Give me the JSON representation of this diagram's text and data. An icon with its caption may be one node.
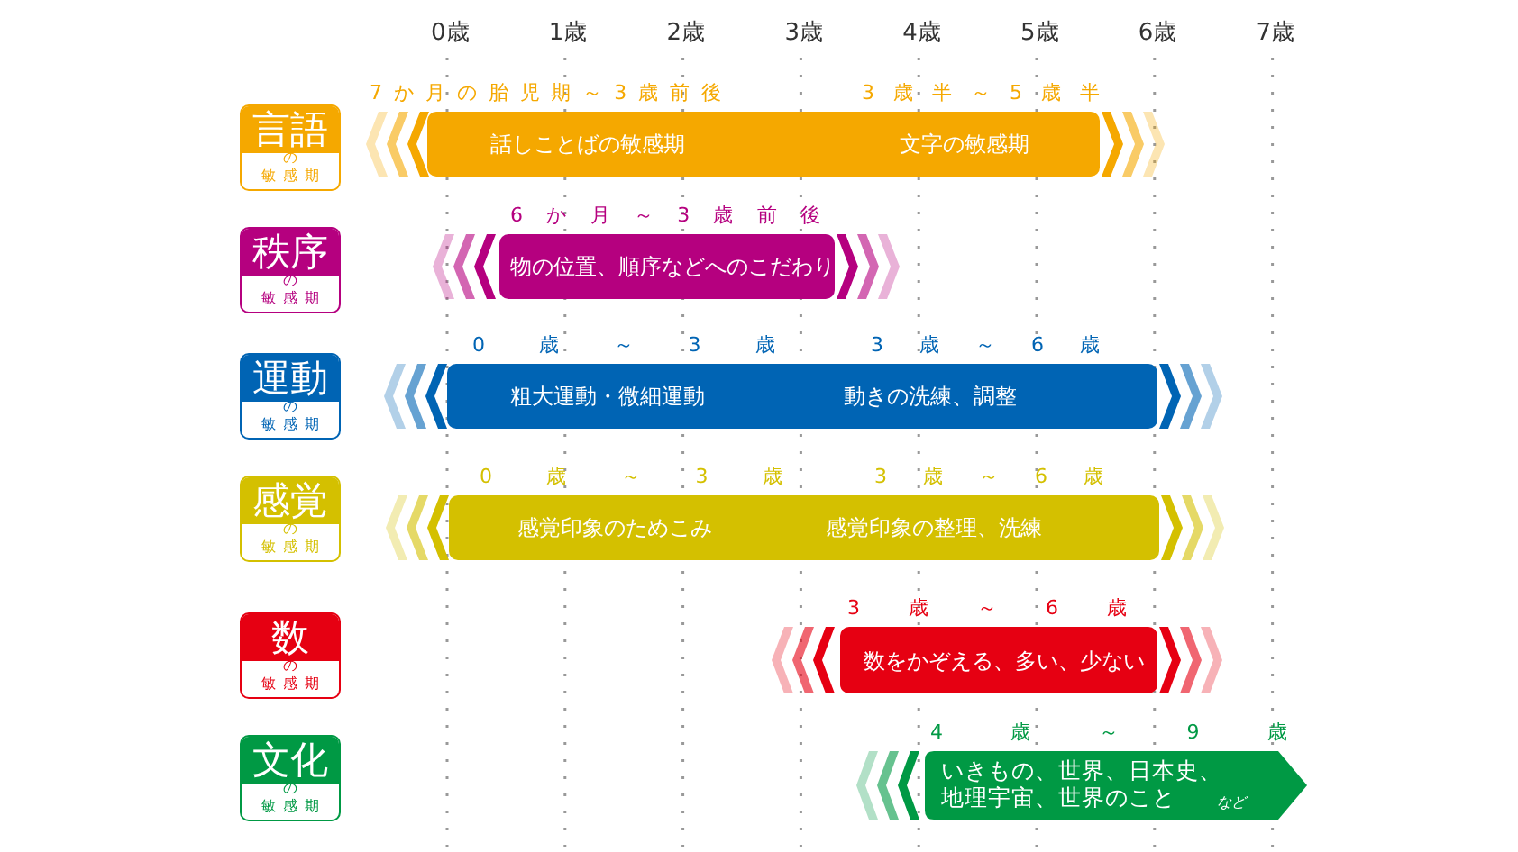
{
  "diagram": {
    "nodes": [
      {
        "text": [
          "言語",
          "の",
          "敏感期"
        ]
      },
      {
        "text": [
          "話しことばの敏感期",
          "文字の敏感期"
        ],
        "beside": [
          "7か月の胎児期～3歳前後",
          "3歳半～5歳半"
        ]
      },
      {
        "text": [
          "秩序",
          "の",
          "敏感期"
        ]
      },
      {
        "text": [
          "物の位置、順序などへのこだわり"
        ],
        "beside": [
          "6か月～3歳前後"
        ]
      },
      {
        "text": [
          "運動",
          "の",
          "敏感期"
        ]
      },
      {
        "text": [
          "粗大運動・微細運動",
          "動きの洗練、調整"
        ],
        "beside": [
          "0歳～3歳",
          "3歳～6歳"
        ]
      },
      {
        "text": [
          "感覚",
          "の",
          "敏感期"
        ]
      },
      {
        "text": [
          "感覚印象のためこみ",
          "感覚印象の整理、洗練"
        ],
        "beside": [
          "0歳～3歳",
          "3歳～6歳"
        ]
      },
      {
        "text": [
          "数",
          "の",
          "敏感期"
        ]
      },
      {
        "text": [
          "数をかぞえる、多い、少ない"
        ],
        "beside": [
          "3歳～6歳"
        ]
      },
      {
        "text": [
          "文化",
          "の",
          "敏感期"
        ]
      },
      {
        "text": [
          "いきもの、世界、日本史、地理宇宙、世界のこと",
          "など"
        ],
        "beside": [
          "4歳～9歳"
        ]
      }
    ],
    "edges": [],
    "labels": [
      "0歳",
      "1歳",
      "2歳",
      "3歳",
      "4歳",
      "5歳",
      "6歳",
      "7歳"
    ]
  }
}
